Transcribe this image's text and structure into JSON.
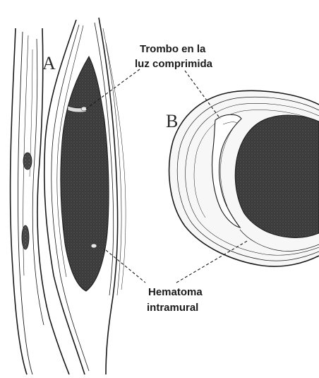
{
  "panels": {
    "a": {
      "letter": "A"
    },
    "b": {
      "letter": "B"
    }
  },
  "labels": {
    "thrombus": {
      "line1": "Trombo en la",
      "line2": "luz comprimida"
    },
    "hematoma": {
      "line1": "Hematoma",
      "line2": "intramural"
    }
  },
  "colors": {
    "ink": "#1a1a1a",
    "hematoma_fill": "#3c3c3c",
    "wall_fill": "#f7f7f7"
  }
}
